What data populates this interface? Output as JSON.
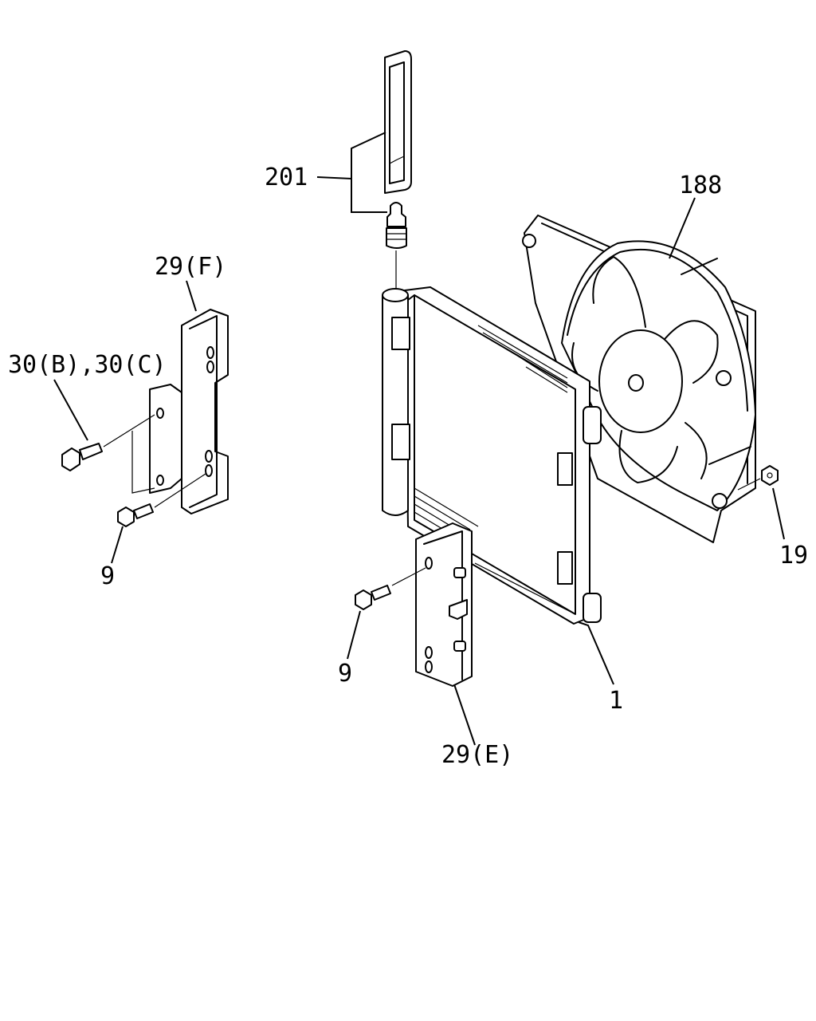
{
  "callouts": {
    "c201": "201",
    "c188": "188",
    "c29f": "29(F)",
    "c30": "30(B),30(C)",
    "c9_left": "9",
    "c9_center": "9",
    "c19": "19",
    "c1": "1",
    "c29e": "29(E)"
  },
  "colors": {
    "line": "#000000",
    "background": "#ffffff"
  }
}
